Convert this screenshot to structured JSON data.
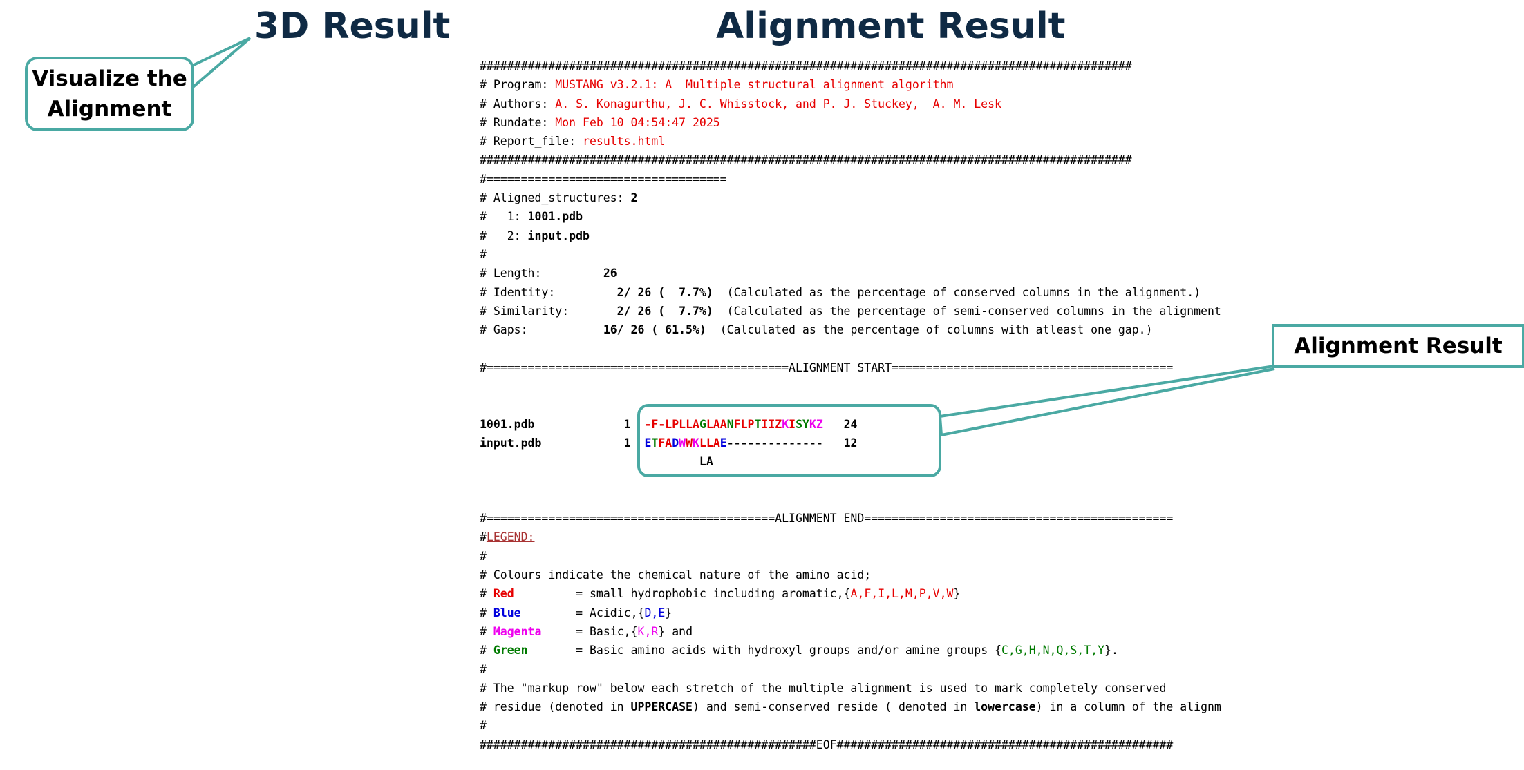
{
  "headings": {
    "three_d": "3D Result",
    "alignment": "Alignment Result"
  },
  "callouts": {
    "visualize": [
      "Visualize the",
      "Alignment"
    ],
    "alignment_result": "Alignment Result"
  },
  "report": {
    "hash_line": "###############################################################################################",
    "program_label": "# Program: ",
    "program_value": "MUSTANG v3.2.1: A  Multiple structural alignment algorithm",
    "authors_label": "# Authors: ",
    "authors_value": "A. S. Konagurthu, J. C. Whisstock, and P. J. Stuckey,  A. M. Lesk",
    "rundate_label": "# Rundate: ",
    "rundate_value": "Mon Feb 10 04:54:47 2025",
    "report_label": "# Report_file: ",
    "report_value": "results.html",
    "eq_line": "#===================================",
    "aligned_label": "# Aligned_structures: ",
    "aligned_count": "2",
    "struct1_prefix": "#   1: ",
    "struct1_name": "1001.pdb",
    "struct2_prefix": "#   2: ",
    "struct2_name": "input.pdb",
    "hash_only": "#",
    "length_label": "# Length:         ",
    "length_value": "26",
    "identity_label": "# Identity:        ",
    "identity_value": " 2/ 26 (  7.7%)",
    "identity_note": "  (Calculated as the percentage of conserved columns in the alignment.)",
    "similarity_label": "# Similarity:      ",
    "similarity_value": " 2/ 26 (  7.7%)",
    "similarity_note": "  (Calculated as the percentage of semi-conserved columns in the alignment",
    "gaps_label": "# Gaps:           ",
    "gaps_value": "16/ 26 ( 61.5%)",
    "gaps_note": "  (Calculated as the percentage of columns with atleast one gap.)",
    "align_start": "#============================================ALIGNMENT START=========================================",
    "seq1_name": "1001.pdb",
    "seq1_start": "1  ",
    "seq1_end": "   24",
    "seq2_name": "input.pdb",
    "seq2_start": "1  ",
    "seq2_end": "   12",
    "markup": "LA",
    "align_end": "#==========================================ALIGNMENT END=============================================",
    "legend_prefix": "#",
    "legend_link": "LEGEND:",
    "colours_note": "# Colours indicate the chemical nature of the amino acid;",
    "red_name": "Red",
    "red_desc": "= small hydrophobic including aromatic,",
    "red_set": "A,F,I,L,M,P,V,W",
    "blue_name": "Blue",
    "blue_desc": "= Acidic,",
    "blue_set": "D,E",
    "mag_name": "Magenta",
    "mag_desc": "= Basic,",
    "mag_set": "K,R",
    "mag_tail": " and",
    "green_name": "Green",
    "green_desc": "= Basic amino acids with hydroxyl groups and/or amine groups ",
    "green_set": "C,G,H,N,Q,S,T,Y",
    "markup_note1": "# The \"markup row\" below each stretch of the multiple alignment is used to mark completely conserved",
    "markup_note2a": "# residue (denoted in ",
    "markup_note2_upper": "UPPERCASE",
    "markup_note2b": ") and semi-conserved reside ( denoted in ",
    "markup_note2_lower": "lowercase",
    "markup_note2c": ") in a column of the alignm",
    "eof_line": "#################################################EOF#################################################"
  },
  "seq1": [
    [
      "-",
      "red"
    ],
    [
      "F",
      "red"
    ],
    [
      "-",
      "red"
    ],
    [
      "L",
      "red"
    ],
    [
      "P",
      "red"
    ],
    [
      "L",
      "red"
    ],
    [
      "L",
      "red"
    ],
    [
      "A",
      "red"
    ],
    [
      "G",
      "grn"
    ],
    [
      "L",
      "red"
    ],
    [
      "A",
      "red"
    ],
    [
      "A",
      "red"
    ],
    [
      "N",
      "grn"
    ],
    [
      "F",
      "red"
    ],
    [
      "L",
      "red"
    ],
    [
      "P",
      "red"
    ],
    [
      "T",
      "grn"
    ],
    [
      "I",
      "red"
    ],
    [
      "I",
      "red"
    ],
    [
      "Z",
      "red"
    ],
    [
      "K",
      "mag"
    ],
    [
      "I",
      "red"
    ],
    [
      "S",
      "grn"
    ],
    [
      "Y",
      "grn"
    ],
    [
      "K",
      "mag"
    ],
    [
      "Z",
      "mag"
    ]
  ],
  "seq2": [
    [
      "E",
      "blue"
    ],
    [
      "T",
      "grn"
    ],
    [
      "F",
      "red"
    ],
    [
      "A",
      "red"
    ],
    [
      "D",
      "blue"
    ],
    [
      "W",
      "mag"
    ],
    [
      "W",
      "red"
    ],
    [
      "K",
      "mag"
    ],
    [
      "L",
      "red"
    ],
    [
      "L",
      "red"
    ],
    [
      "A",
      "red"
    ],
    [
      "E",
      "blue"
    ],
    [
      "--------------",
      ""
    ]
  ],
  "colors": {
    "accent_teal": "#4aa9a3",
    "heading_navy": "#0f2a44",
    "red": "#e60000",
    "blue": "#0000dd",
    "magenta": "#ee00ee",
    "green": "#007a00"
  }
}
